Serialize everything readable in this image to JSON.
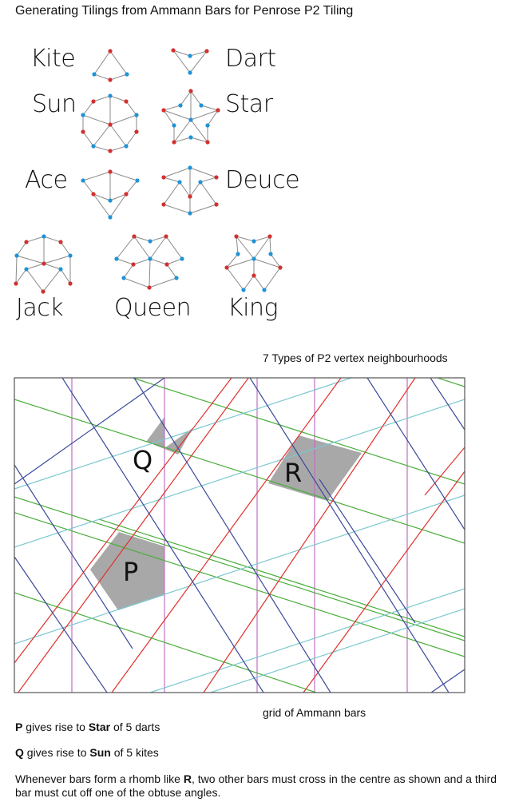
{
  "title": "Generating Tilings from Ammann Bars for Penrose P2 Tiling",
  "vertex_types": {
    "caption": "7 Types of P2 vertex neighbourhoods",
    "colors": {
      "red_vertex": "#d2302f",
      "blue_vertex": "#1f93d6",
      "edge": "#808080"
    },
    "tiles": [
      {
        "name": "Kite"
      },
      {
        "name": "Dart"
      },
      {
        "name": "Sun"
      },
      {
        "name": "Star"
      },
      {
        "name": "Ace"
      },
      {
        "name": "Deuce"
      },
      {
        "name": "Jack"
      },
      {
        "name": "Queen"
      },
      {
        "name": "King"
      }
    ]
  },
  "grid": {
    "caption": "grid of Ammann bars",
    "colors": {
      "red": "#e0302a",
      "blue": "#3a4a9a",
      "green": "#4aae3a",
      "cyan": "#7cc8d0",
      "magenta": "#c070c0",
      "fill": "#a8a8a8",
      "frame": "#555555"
    },
    "labels": {
      "P": "P",
      "Q": "Q",
      "R": "R"
    }
  },
  "notes": {
    "p_bold": "P",
    "p_mid": " gives rise to ",
    "p_bold2": "Star",
    "p_end": " of 5 darts",
    "q_bold": "Q",
    "q_mid": " gives rise to ",
    "q_bold2": "Sun",
    "q_end": " of 5 kites",
    "r_start": "Whenever bars form a rhomb like ",
    "r_bold": "R",
    "r_end": ", two other bars must cross in the centre as shown and a third bar must cut off one of the obtuse angles."
  }
}
